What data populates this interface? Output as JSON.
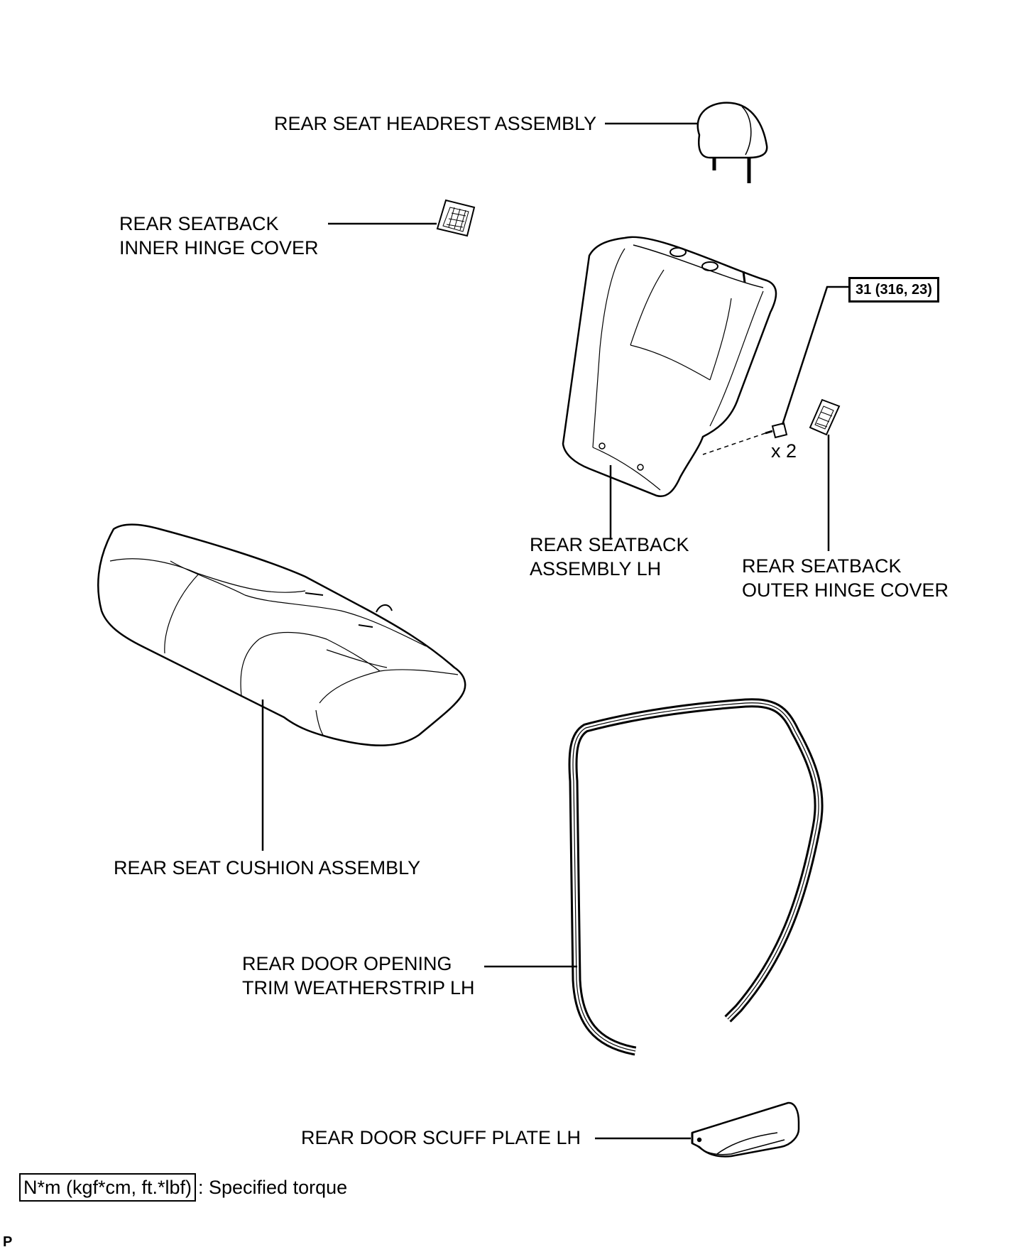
{
  "labels": {
    "headrest": "REAR SEAT HEADREST ASSEMBLY",
    "inner_hinge_line1": "REAR SEATBACK",
    "inner_hinge_line2": "INNER HINGE COVER",
    "seatback_line1": "REAR SEATBACK",
    "seatback_line2": "ASSEMBLY LH",
    "outer_hinge_line1": "REAR SEATBACK",
    "outer_hinge_line2": "OUTER HINGE COVER",
    "cushion": "REAR SEAT CUSHION ASSEMBLY",
    "weatherstrip_line1": "REAR DOOR OPENING",
    "weatherstrip_line2": "TRIM WEATHERSTRIP LH",
    "scuff_plate": "REAR DOOR SCUFF PLATE LH",
    "bolt_qty": "x 2"
  },
  "torque": {
    "value": "31 (316, 23)"
  },
  "legend": {
    "unit": "N*m (kgf*cm, ft.*lbf)",
    "description": ": Specified torque"
  },
  "corner_mark": "P"
}
